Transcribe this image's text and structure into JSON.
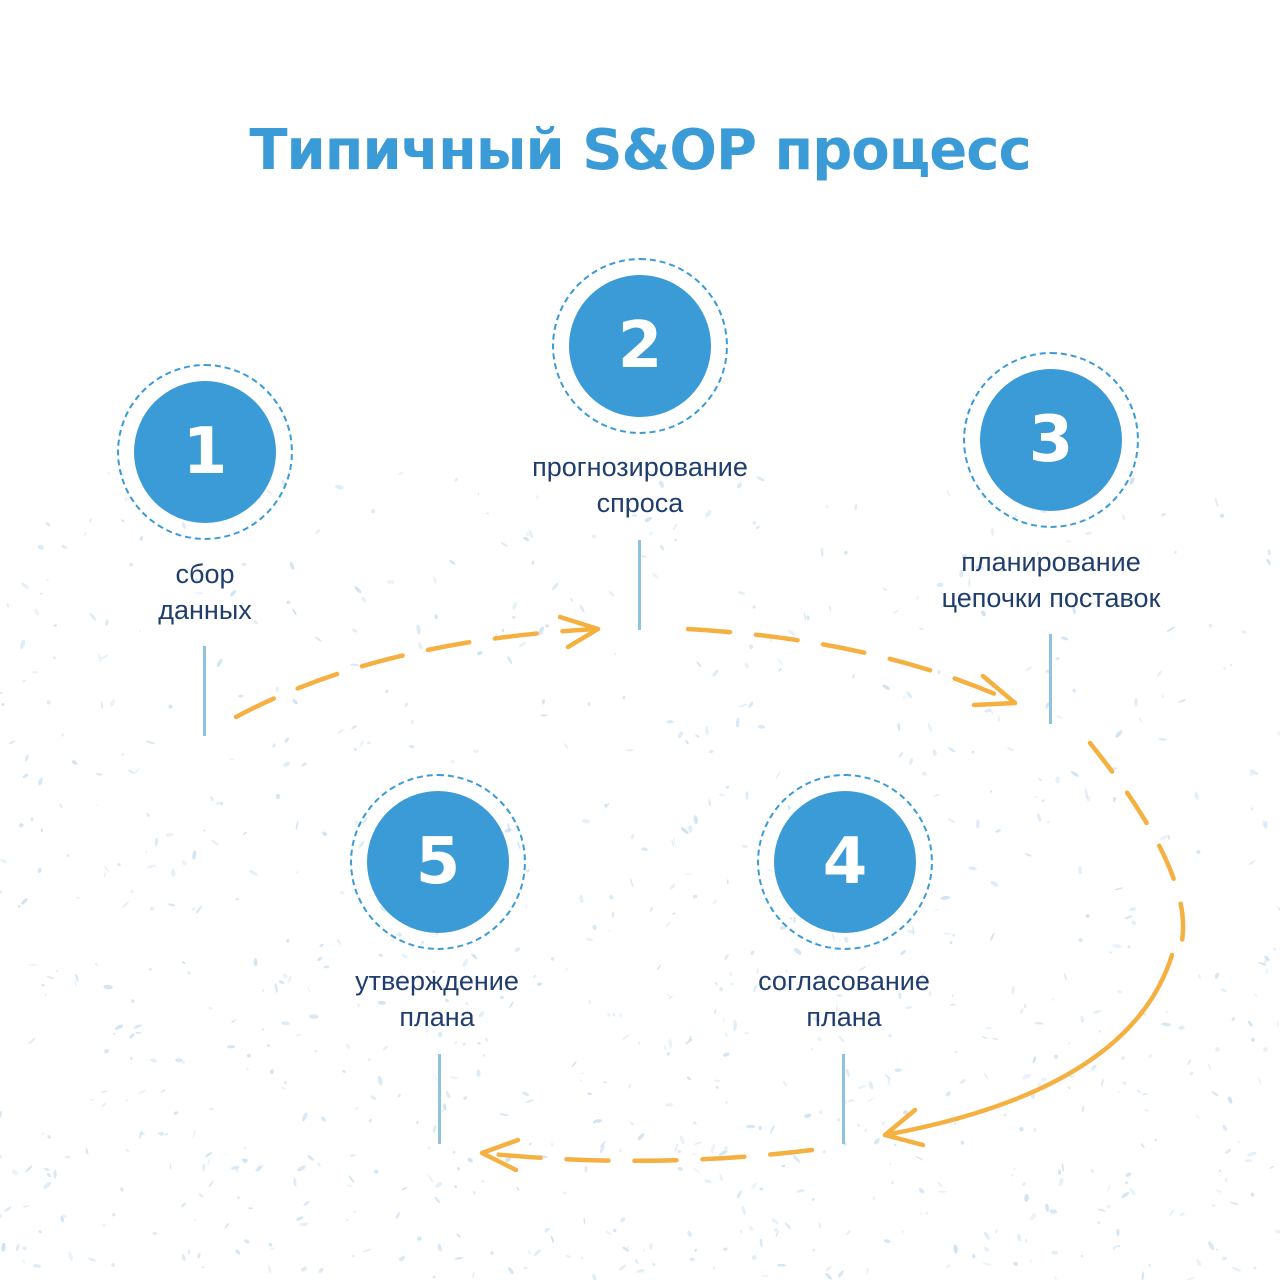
{
  "title": "Типичный S&OP процесс",
  "colors": {
    "accent": "#3a9bd7",
    "label_text": "#1f3d6d",
    "arrow": "#f5b042",
    "stem": "#8ec2df",
    "texture": "#c9dff0"
  },
  "steps": [
    {
      "number": "1",
      "label_lines": [
        "сбор",
        "данных"
      ]
    },
    {
      "number": "2",
      "label_lines": [
        "прогнозирование",
        "спроса"
      ]
    },
    {
      "number": "3",
      "label_lines": [
        "планирование",
        "цепочки поставок"
      ]
    },
    {
      "number": "4",
      "label_lines": [
        "согласование",
        "плана"
      ]
    },
    {
      "number": "5",
      "label_lines": [
        "утверждение",
        "плана"
      ]
    }
  ],
  "flow": [
    "1",
    "2",
    "3",
    "4",
    "5"
  ]
}
